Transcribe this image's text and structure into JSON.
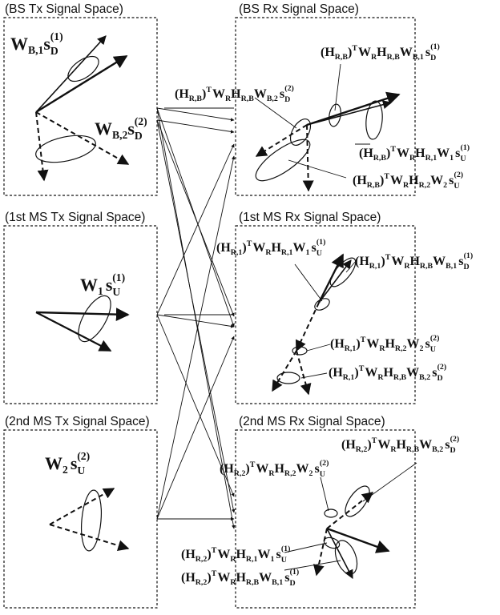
{
  "panels": {
    "bs_tx": {
      "title": "(BS Tx Signal Space)"
    },
    "bs_rx": {
      "title": "(BS Rx Signal Space)"
    },
    "ms1_tx": {
      "title": "(1st MS Tx Signal Space)"
    },
    "ms1_rx": {
      "title": "(1st MS Rx Signal Space)"
    },
    "ms2_tx": {
      "title": "(2nd MS Tx Signal Space)"
    },
    "ms2_rx": {
      "title": "(2nd MS Rx Signal Space)"
    }
  },
  "labels": {
    "bs_tx_1": {
      "pre": "",
      "main": "W",
      "sub1": "B,1",
      "mid": "s",
      "sub2": "D",
      "sup2": "(1)"
    },
    "bs_tx_2": {
      "pre": "",
      "main": "W",
      "sub1": "B,2",
      "mid": "s",
      "sub2": "D",
      "sup2": "(2)"
    },
    "ms1_tx_1": {
      "main": "W",
      "sub1": "1",
      "mid": "s",
      "sub2": "U",
      "sup2": "(1)"
    },
    "ms2_tx_2": {
      "main": "W",
      "sub1": "2",
      "mid": "s",
      "sub2": "U",
      "sup2": "(2)"
    },
    "bs_rx_a": {
      "H": "H",
      "Hsub": "R,B",
      "T": "T",
      "W": "W",
      "Wsub": "R",
      "H2": "H",
      "H2sub": "R,B",
      "W2": "W",
      "W2sub": "B,1",
      "s": "s",
      "ssub": "D",
      "ssup": "(1)"
    },
    "bs_rx_b": {
      "H": "H",
      "Hsub": "R,B",
      "T": "T",
      "W": "W",
      "Wsub": "R",
      "H2": "H",
      "H2sub": "R,B",
      "W2": "W",
      "W2sub": "B,2",
      "s": "s",
      "ssub": "D",
      "ssup": "(2)"
    },
    "bs_rx_c": {
      "H": "H",
      "Hsub": "R,B",
      "T": "T",
      "W": "W",
      "Wsub": "R",
      "H2": "H",
      "H2sub": "R,1",
      "W2": "W",
      "W2sub": "1",
      "s": "s",
      "ssub": "U",
      "ssup": "(1)"
    },
    "bs_rx_d": {
      "H": "H",
      "Hsub": "R,B",
      "T": "T",
      "W": "W",
      "Wsub": "R",
      "H2": "H",
      "H2sub": "R,2",
      "W2": "W",
      "W2sub": "2",
      "s": "s",
      "ssub": "U",
      "ssup": "(2)"
    },
    "ms1_rx_a": {
      "H": "H",
      "Hsub": "R,1",
      "T": "T",
      "W": "W",
      "Wsub": "R",
      "H2": "H",
      "H2sub": "R,1",
      "W2": "W",
      "W2sub": "1",
      "s": "s",
      "ssub": "U",
      "ssup": "(1)"
    },
    "ms1_rx_b": {
      "H": "H",
      "Hsub": "R,1",
      "T": "T",
      "W": "W",
      "Wsub": "R",
      "H2": "H",
      "H2sub": "R,B",
      "W2": "W",
      "W2sub": "B,1",
      "s": "s",
      "ssub": "D",
      "ssup": "(1)"
    },
    "ms1_rx_c": {
      "H": "H",
      "Hsub": "R,1",
      "T": "T",
      "W": "W",
      "Wsub": "R",
      "H2": "H",
      "H2sub": "R,2",
      "W2": "W",
      "W2sub": "2",
      "s": "s",
      "ssub": "U",
      "ssup": "(2)"
    },
    "ms1_rx_d": {
      "H": "H",
      "Hsub": "R,1",
      "T": "T",
      "W": "W",
      "Wsub": "R",
      "H2": "H",
      "H2sub": "R,B",
      "W2": "W",
      "W2sub": "B,2",
      "s": "s",
      "ssub": "D",
      "ssup": "(2)"
    },
    "ms2_rx_a": {
      "H": "H",
      "Hsub": "R,2",
      "T": "T",
      "W": "W",
      "Wsub": "R",
      "H2": "H",
      "H2sub": "R,B",
      "W2": "W",
      "W2sub": "B,2",
      "s": "s",
      "ssub": "D",
      "ssup": "(2)"
    },
    "ms2_rx_b": {
      "H": "H",
      "Hsub": "R,2",
      "T": "T",
      "W": "W",
      "Wsub": "R",
      "H2": "H",
      "H2sub": "R,2",
      "W2": "W",
      "W2sub": "2",
      "s": "s",
      "ssub": "U",
      "ssup": "(2)"
    },
    "ms2_rx_c": {
      "H": "H",
      "Hsub": "R,2",
      "T": "T",
      "W": "W",
      "Wsub": "R",
      "H2": "H",
      "H2sub": "R,1",
      "W2": "W",
      "W2sub": "1",
      "s": "s",
      "ssub": "U",
      "ssup": "(1)"
    },
    "ms2_rx_d": {
      "H": "H",
      "Hsub": "R,2",
      "T": "T",
      "W": "W",
      "Wsub": "R",
      "H2": "H",
      "H2sub": "R,B",
      "W2": "W",
      "W2sub": "B,1",
      "s": "s",
      "ssub": "D",
      "ssup": "(1)"
    }
  },
  "colors": {
    "stroke": "#111111",
    "background": "#ffffff"
  }
}
